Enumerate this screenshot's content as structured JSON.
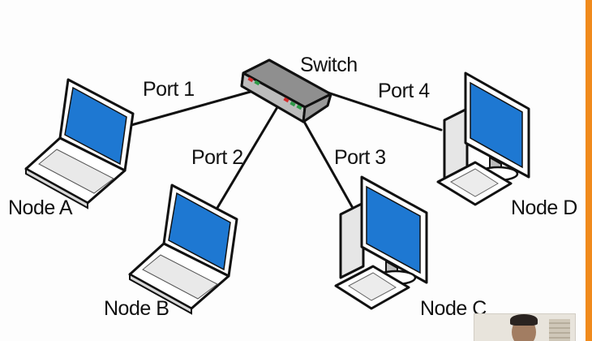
{
  "diagram": {
    "switch_label": "Switch",
    "ports": {
      "port1": "Port 1",
      "port2": "Port 2",
      "port3": "Port 3",
      "port4": "Port 4"
    },
    "nodes": {
      "a": "Node A",
      "b": "Node B",
      "c": "Node C",
      "d": "Node D"
    }
  },
  "colors": {
    "screen": "#1e78d2",
    "outline": "#111111",
    "accent_bar": "#f08a1c",
    "switch_led_red": "#d22d2d",
    "switch_led_green": "#2c9a47"
  },
  "icons": {
    "switch": "network-switch-icon",
    "laptop": "laptop-icon",
    "desktop": "desktop-computer-icon"
  }
}
